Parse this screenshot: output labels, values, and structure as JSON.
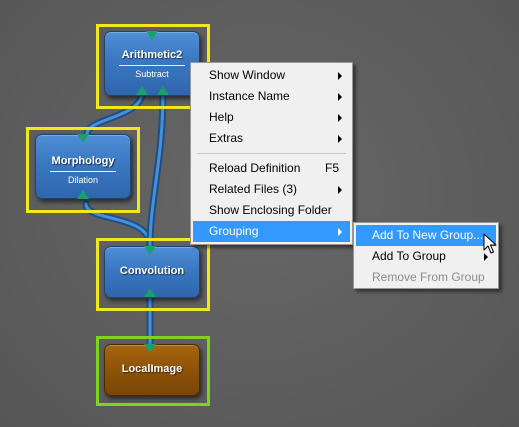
{
  "nodes": {
    "arithmetic": {
      "title": "Arithmetic2",
      "subtitle": "Subtract"
    },
    "morphology": {
      "title": "Morphology",
      "subtitle": "Dilation"
    },
    "convolution": {
      "title": "Convolution"
    },
    "localimage": {
      "title": "LocalImage"
    }
  },
  "context_menu": {
    "items": [
      {
        "label": "Show Window",
        "submenu": true
      },
      {
        "label": "Instance Name",
        "submenu": true
      },
      {
        "label": "Help",
        "submenu": true
      },
      {
        "label": "Extras",
        "submenu": true
      }
    ],
    "items2": [
      {
        "label": "Reload Definition",
        "shortcut": "F5"
      },
      {
        "label": "Related Files (3)",
        "submenu": true
      },
      {
        "label": "Show Enclosing Folder"
      },
      {
        "label": "Grouping",
        "submenu": true,
        "highlighted": true
      }
    ]
  },
  "grouping_submenu": {
    "items": [
      {
        "label": "Add To New Group...",
        "highlighted": true
      },
      {
        "label": "Add To Group",
        "submenu": true
      },
      {
        "label": "Remove From Group",
        "disabled": true
      }
    ]
  },
  "colors": {
    "canvas": "#5d5d5d",
    "selection": "#f0e81c",
    "selection_local": "#7ed320",
    "node_blue": "#3a78c2",
    "node_orange": "#8d5208",
    "port": "#1aa06a",
    "highlight": "#3399ff"
  },
  "cursor": {
    "icon": "arrow-pointer-icon"
  }
}
